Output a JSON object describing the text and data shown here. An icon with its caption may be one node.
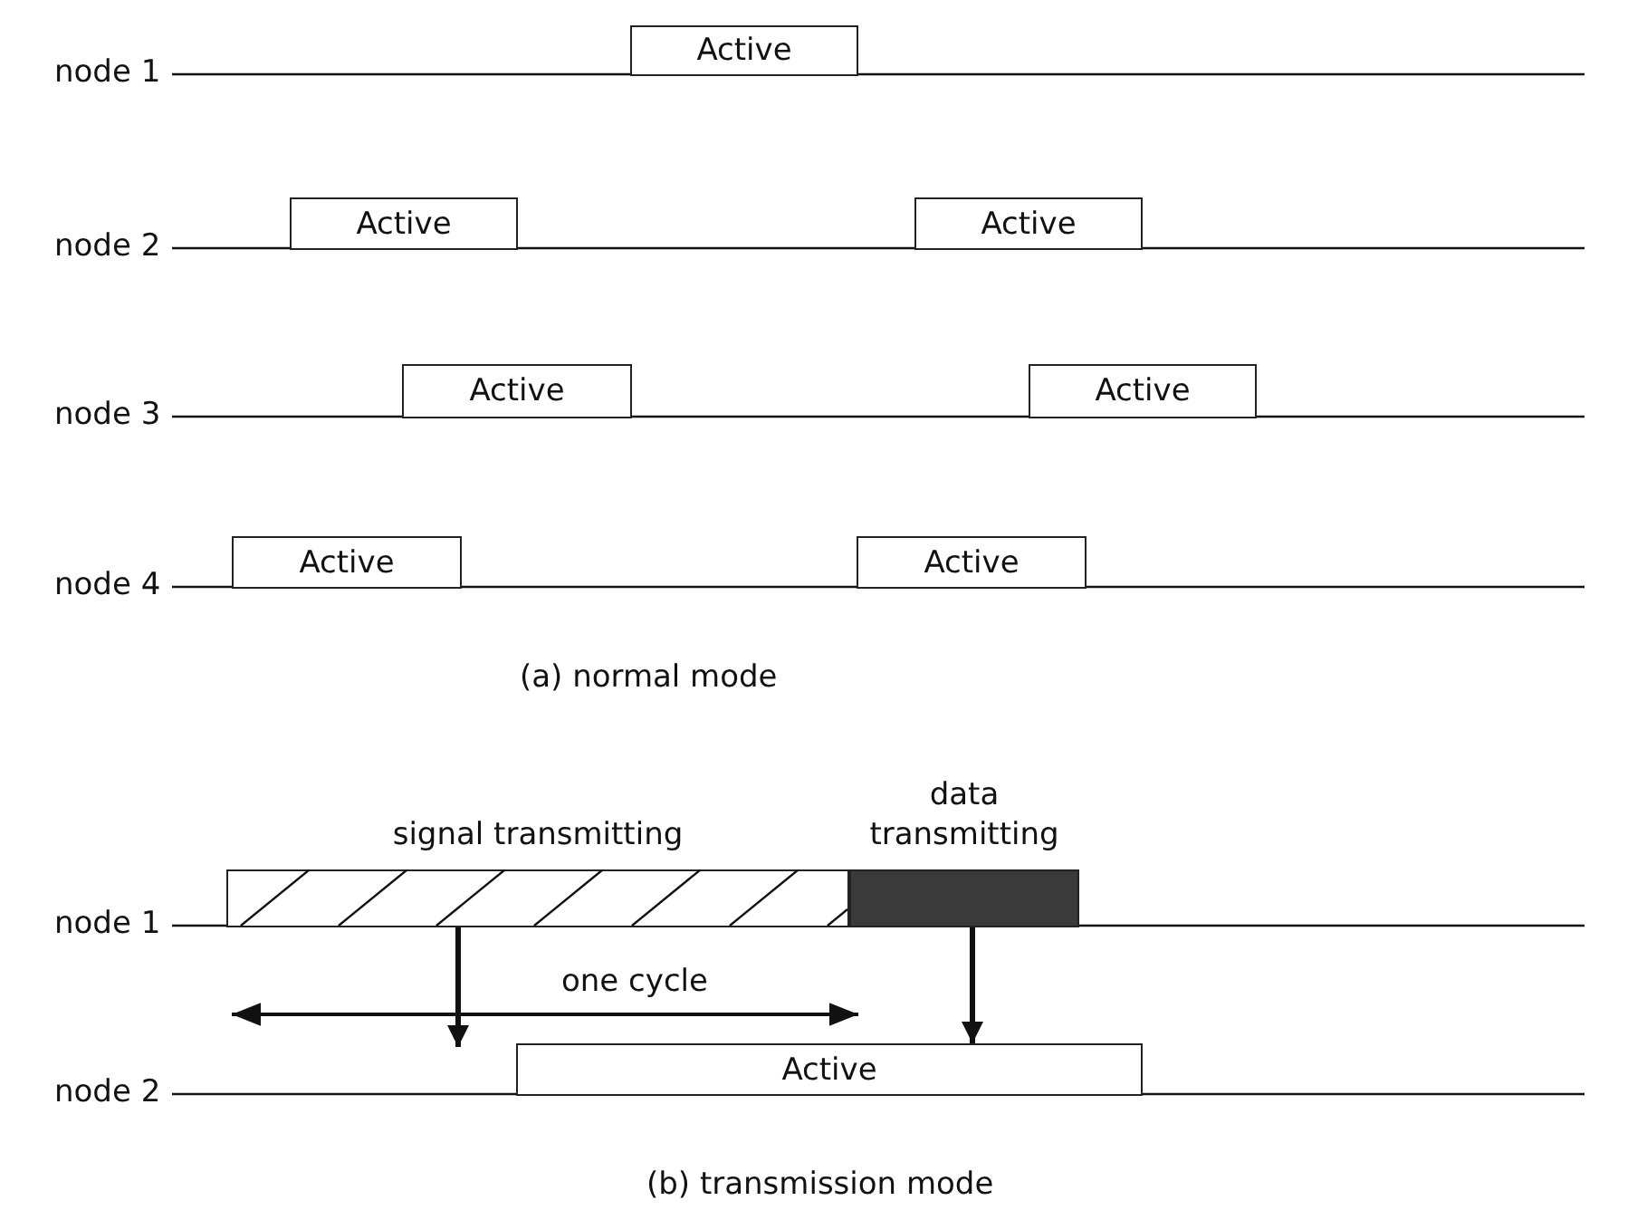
{
  "diagram": {
    "nodes": [
      {
        "text": [
          "Active"
        ]
      },
      {
        "text": [
          "Active"
        ]
      },
      {
        "text": [
          "Active"
        ]
      },
      {
        "text": [
          "Active"
        ]
      },
      {
        "text": [
          "Active"
        ]
      },
      {
        "text": [
          "Active"
        ]
      },
      {
        "text": [
          "Active"
        ]
      },
      {
        "text": [
          "signal transmitting"
        ]
      },
      {
        "text": [
          "data transmitting"
        ]
      },
      {
        "text": [
          "Active"
        ]
      }
    ],
    "edges": [
      {
        "from": 7,
        "to": null,
        "arrow": "to"
      },
      {
        "from": 8,
        "to": 9,
        "arrow": "to"
      }
    ],
    "labels": [
      "node 1",
      "node 2",
      "node 3",
      "node 4",
      "(a) normal mode",
      "node 1",
      "one cycle",
      "node 2",
      "(b) transmission mode"
    ]
  }
}
